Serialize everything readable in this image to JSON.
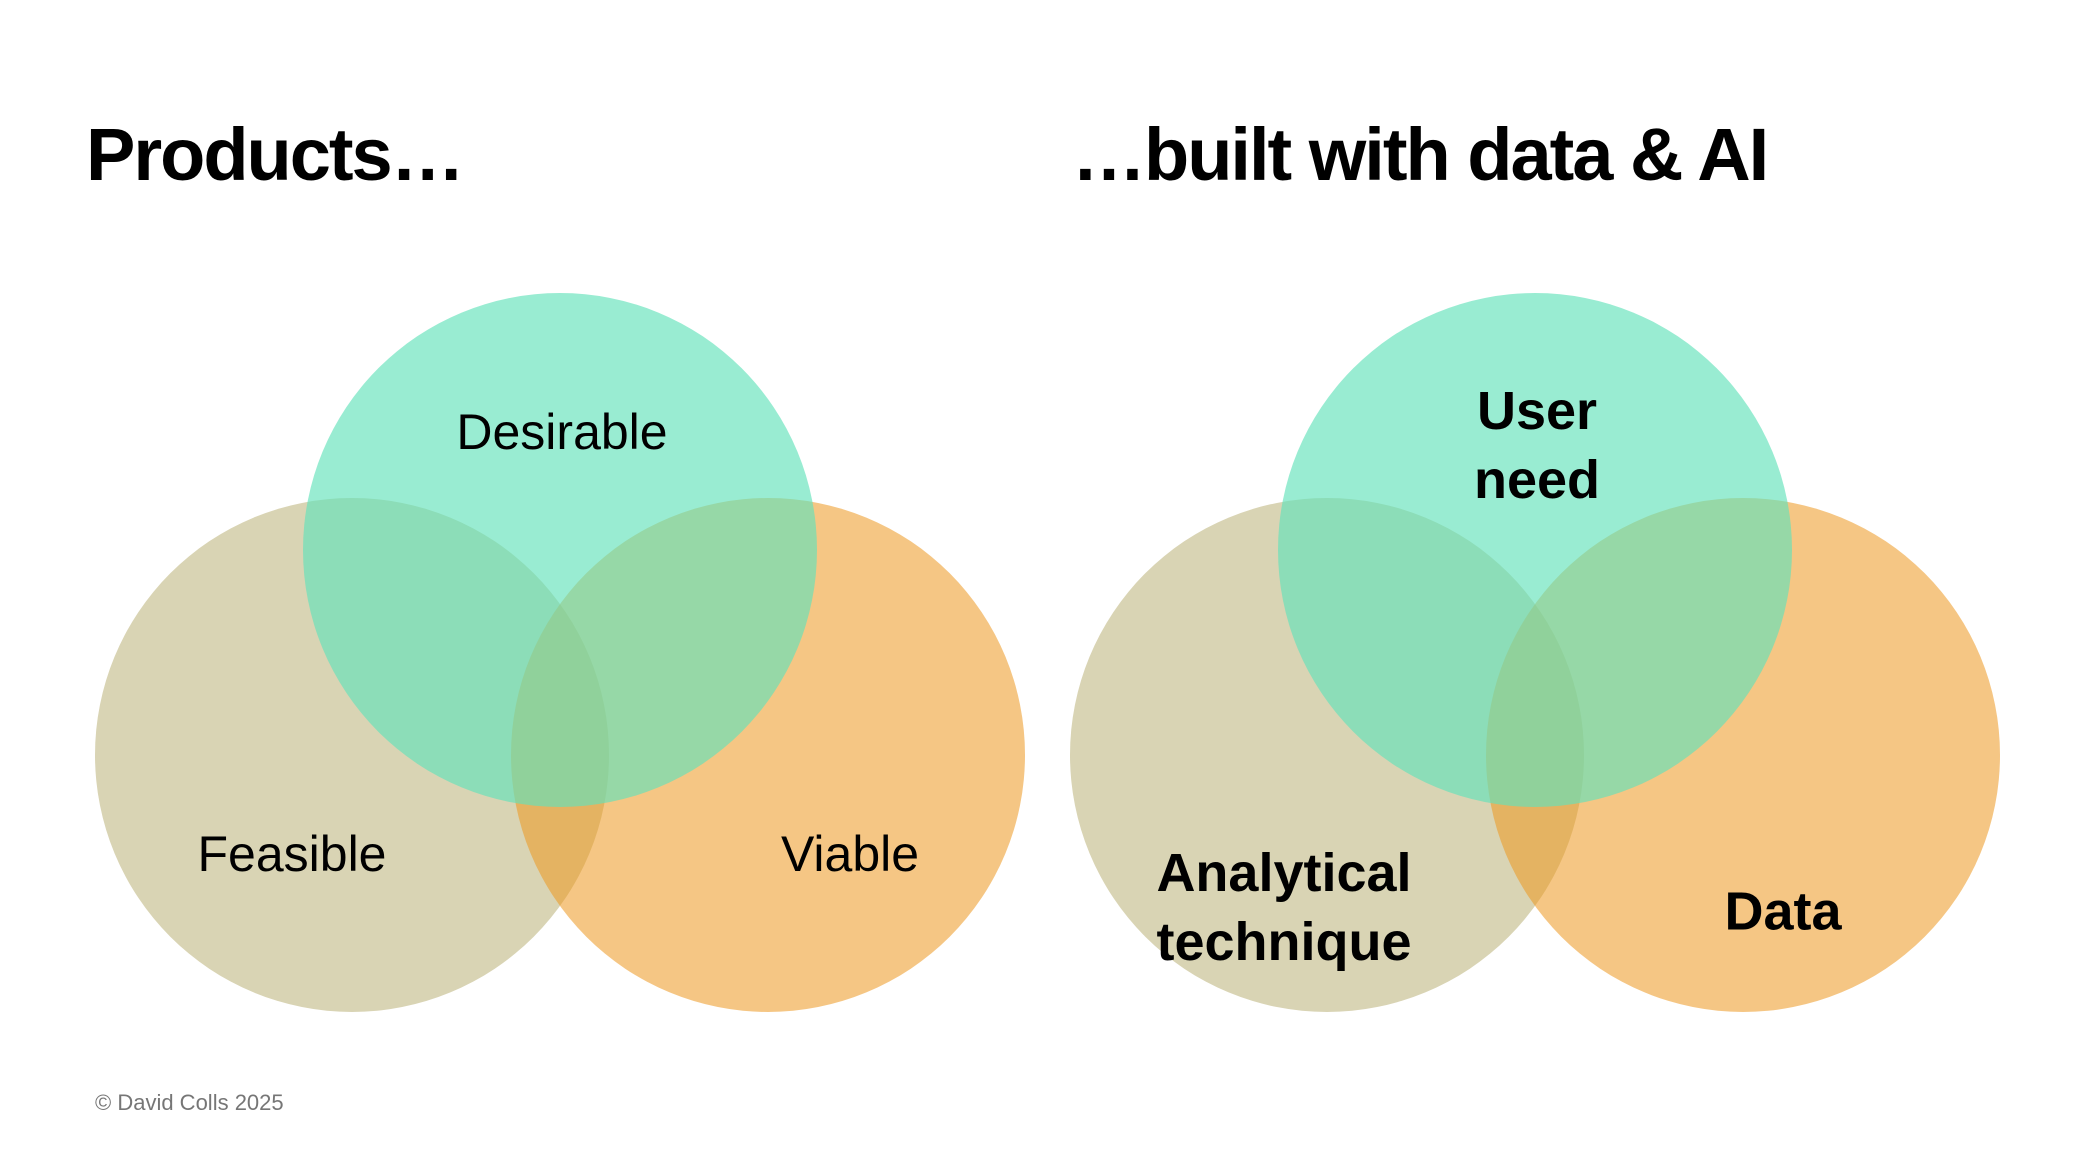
{
  "titles": {
    "left": "Products…",
    "right": "…built with data & AI"
  },
  "venn_left": {
    "circles": [
      {
        "id": "desirable",
        "label": "Desirable",
        "position": "top",
        "fill": "rgba(98, 226, 186, 0.65)",
        "displayed_color": "#99ecd2"
      },
      {
        "id": "feasible",
        "label": "Feasible",
        "position": "bottom-left",
        "fill": "#d9d4b4",
        "displayed_color": "#d9d4b4"
      },
      {
        "id": "viable",
        "label": "Viable",
        "position": "bottom-right",
        "fill": "rgba(237, 151, 31, 0.55)",
        "displayed_color": "#f5c684"
      }
    ]
  },
  "venn_right": {
    "circles": [
      {
        "id": "user-need",
        "label": "User need",
        "position": "top",
        "fill": "rgba(98, 226, 186, 0.65)",
        "displayed_color": "#99ecd2"
      },
      {
        "id": "analytical-technique",
        "label": "Analytical technique",
        "position": "bottom-left",
        "fill": "#d9d4b4",
        "displayed_color": "#d9d4b4"
      },
      {
        "id": "data",
        "label": "Data",
        "position": "bottom-right",
        "fill": "rgba(237, 151, 31, 0.55)",
        "displayed_color": "#f5c684"
      }
    ]
  },
  "footer": {
    "copyright": "© David Colls 2025"
  }
}
